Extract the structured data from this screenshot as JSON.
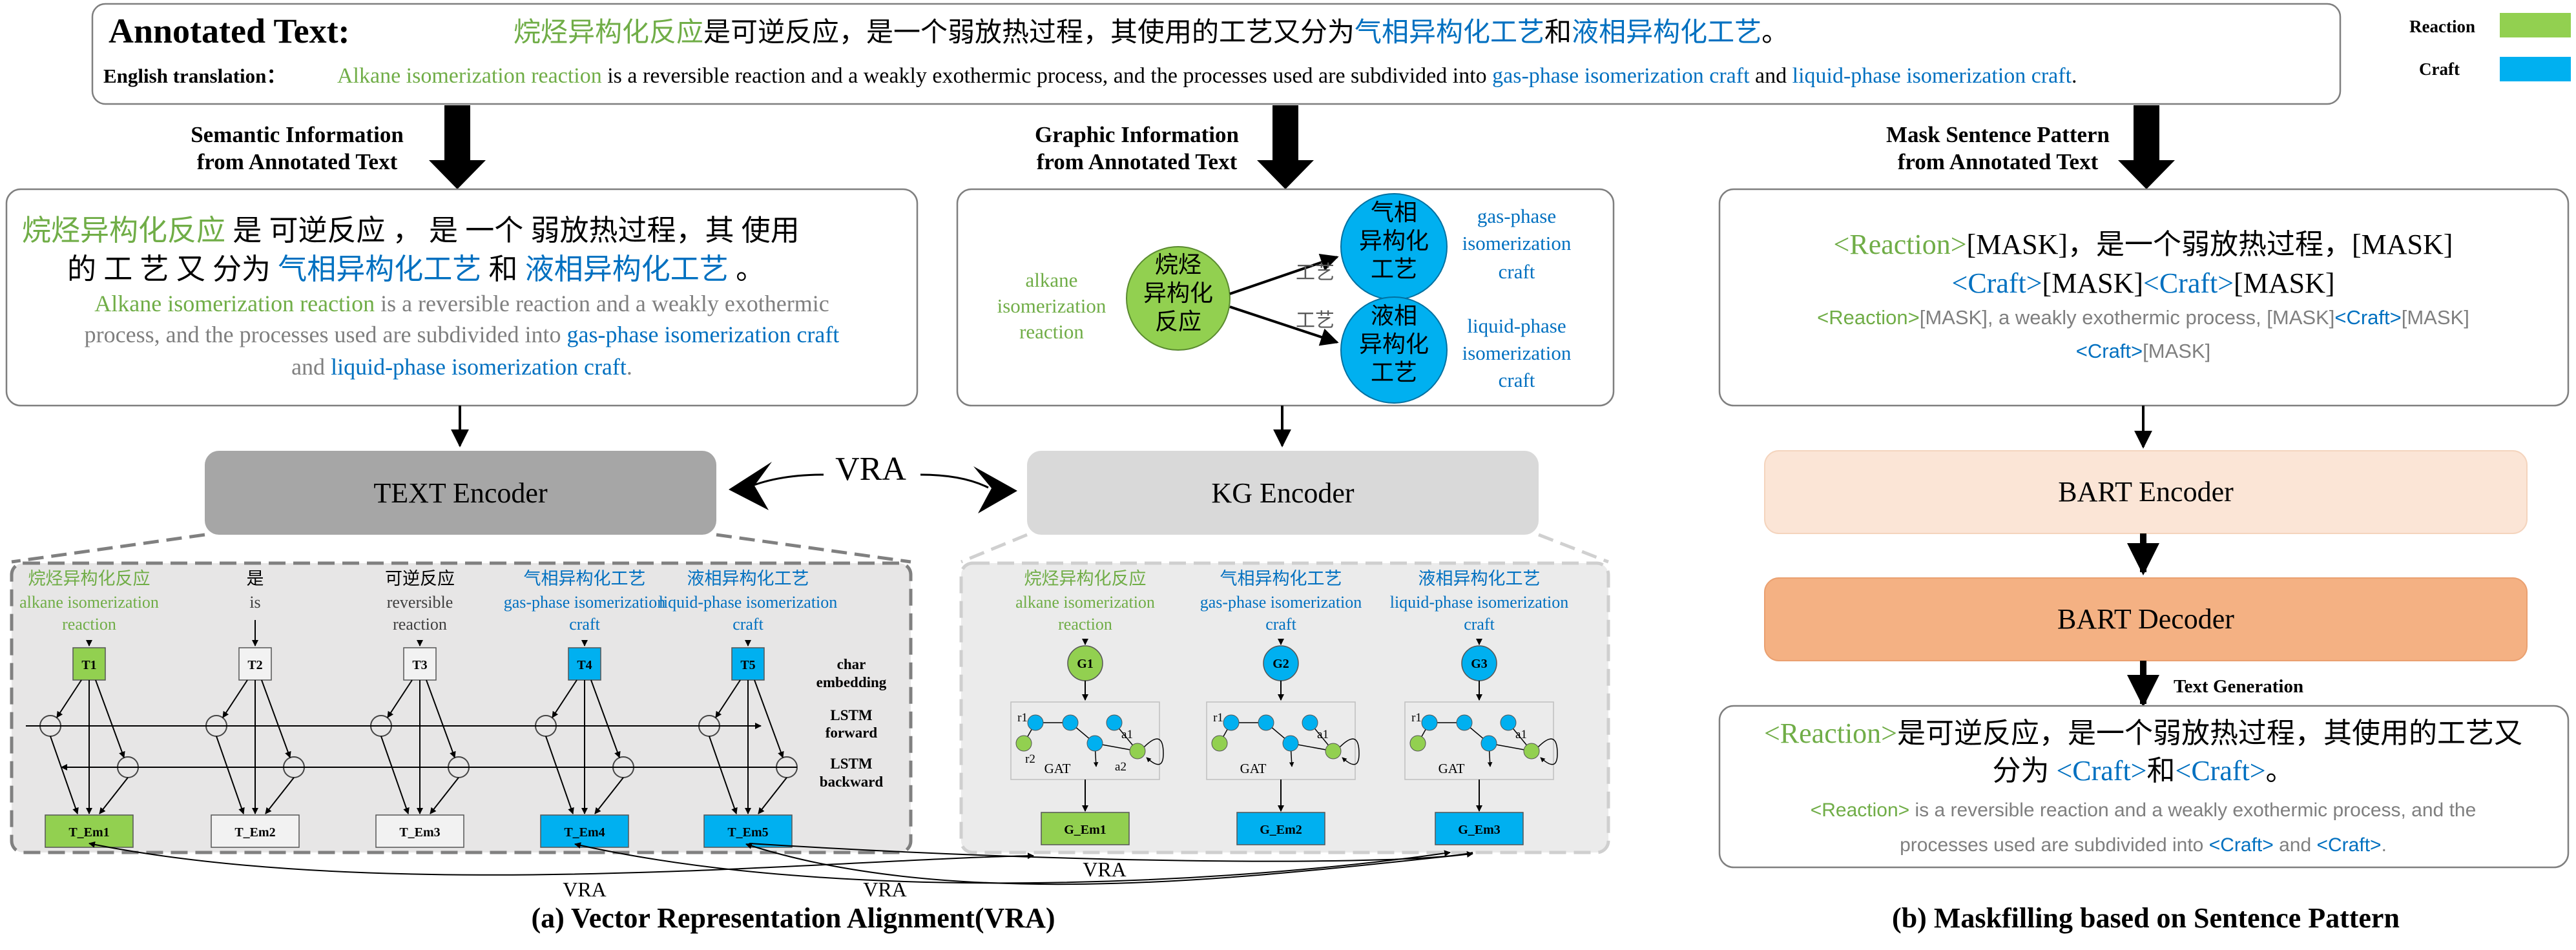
{
  "annotated": {
    "title": "Annotated Text:",
    "zh": [
      {
        "t": "烷烃异构化反应",
        "c": "reaction"
      },
      {
        "t": "是可逆反应，是一个弱放热过程，其使用的工艺又分为",
        "c": "plain"
      },
      {
        "t": "气相异构化工艺",
        "c": "craft"
      },
      {
        "t": "和",
        "c": "plain"
      },
      {
        "t": "液相异构化工艺",
        "c": "craft"
      },
      {
        "t": "。",
        "c": "plain"
      }
    ],
    "en_label": "English translation：",
    "en": [
      {
        "t": "Alkane isomerization reaction",
        "c": "reaction"
      },
      {
        "t": " is a reversible reaction and a weakly exothermic process, and the processes used are subdivided into ",
        "c": "plain"
      },
      {
        "t": "gas-phase isomerization craft",
        "c": "craft"
      },
      {
        "t": " and ",
        "c": "plain"
      },
      {
        "t": "liquid-phase isomerization craft",
        "c": "craft"
      },
      {
        "t": ".",
        "c": "plain"
      }
    ]
  },
  "legend": {
    "items": [
      {
        "label": "Reaction",
        "color": "#92d050"
      },
      {
        "label": "Craft",
        "color": "#00b0f0"
      }
    ]
  },
  "flow_labels": {
    "semantic": [
      "Semantic Information",
      "from Annotated Text"
    ],
    "graphic": [
      "Graphic Information",
      "from Annotated Text"
    ],
    "mask": [
      "Mask Sentence Pattern",
      "from Annotated Text"
    ]
  },
  "semantic_box": {
    "zh1": [
      {
        "t": "烷烃异构化反应",
        "c": "reaction"
      },
      {
        "t": " 是 可逆反应 ， 是 一个 弱放热过程，其 使用",
        "c": "plain"
      }
    ],
    "zh2": [
      {
        "t": "的 工 艺 又 分为 ",
        "c": "plain"
      },
      {
        "t": "气相异构化工艺",
        "c": "craft"
      },
      {
        "t": " 和 ",
        "c": "plain"
      },
      {
        "t": "液相异构化工艺",
        "c": "craft"
      },
      {
        "t": " 。",
        "c": "plain"
      }
    ],
    "en1": [
      {
        "t": "Alkane isomerization reaction",
        "c": "reaction"
      },
      {
        "t": " is a reversible reaction and a weakly exothermic",
        "c": "gray"
      }
    ],
    "en2": [
      {
        "t": "process, and the processes used are subdivided into ",
        "c": "gray"
      },
      {
        "t": "gas-phase isomerization craft",
        "c": "craft"
      }
    ],
    "en3": [
      {
        "t": "and ",
        "c": "gray"
      },
      {
        "t": "liquid-phase isomerization craft",
        "c": "craft"
      },
      {
        "t": ".",
        "c": "gray"
      }
    ]
  },
  "graphic_box": {
    "center_node": [
      "烷烃",
      "异构化",
      "反应"
    ],
    "center_label": [
      "alkane",
      "isomerization",
      "reaction"
    ],
    "gas_node": [
      "气相",
      "异构化",
      "工艺"
    ],
    "gas_label": [
      "gas-phase",
      "isomerization",
      "craft"
    ],
    "liquid_node": [
      "液相",
      "异构化",
      "工艺"
    ],
    "liquid_label": [
      "liquid-phase",
      "isomerization",
      "craft"
    ],
    "edge_label": "工艺"
  },
  "mask_box": {
    "line1": [
      {
        "t": "<Reaction>",
        "c": "reaction"
      },
      {
        "t": "[MASK]，是一个弱放热过程，[MASK]",
        "c": "plain"
      }
    ],
    "line2": [
      {
        "t": "<Craft>",
        "c": "craft"
      },
      {
        "t": "[MASK]",
        "c": "plain"
      },
      {
        "t": "<Craft>",
        "c": "craft"
      },
      {
        "t": "[MASK]",
        "c": "plain"
      }
    ],
    "line3": [
      {
        "t": "<Reaction>",
        "c": "reaction"
      },
      {
        "t": "[MASK], a weakly exothermic process, [MASK]",
        "c": "gray"
      },
      {
        "t": "<Craft>",
        "c": "craft"
      },
      {
        "t": "[MASK]",
        "c": "gray"
      }
    ],
    "line4": [
      {
        "t": "<Craft>",
        "c": "craft"
      },
      {
        "t": "[MASK]",
        "c": "gray"
      }
    ]
  },
  "encoders": {
    "text": "TEXT Encoder",
    "kg": "KG Encoder",
    "bart_enc": "BART Encoder",
    "bart_dec": "BART Decoder"
  },
  "vra": "VRA",
  "text_gen_label": "Text Generation",
  "output_box": {
    "line1": [
      {
        "t": "<Reaction>",
        "c": "reaction"
      },
      {
        "t": "是可逆反应，是一个弱放热过程，其使用的工艺又",
        "c": "plain"
      }
    ],
    "line2": [
      {
        "t": "分为 ",
        "c": "plain"
      },
      {
        "t": "<Craft>",
        "c": "craft"
      },
      {
        "t": "和",
        "c": "plain"
      },
      {
        "t": "<Craft>",
        "c": "craft"
      },
      {
        "t": "。",
        "c": "plain"
      }
    ],
    "line3": [
      {
        "t": "<Reaction>",
        "c": "reaction"
      },
      {
        "t": " is a reversible reaction and a weakly exothermic process, and the",
        "c": "gray"
      }
    ],
    "line4": [
      {
        "t": "processes used are subdivided into ",
        "c": "gray"
      },
      {
        "t": "<Craft>",
        "c": "craft"
      },
      {
        "t": " and ",
        "c": "gray"
      },
      {
        "t": "<Craft>",
        "c": "craft"
      },
      {
        "t": ".",
        "c": "gray"
      }
    ]
  },
  "text_encoder_detail": {
    "tokens": [
      {
        "zh": "烷烃异构化反应",
        "en": [
          "alkane isomerization",
          "reaction"
        ],
        "t": "T1",
        "em": "T_Em1",
        "c": "reaction"
      },
      {
        "zh": "是",
        "en": [
          "is"
        ],
        "t": "T2",
        "em": "T_Em2",
        "c": "plain"
      },
      {
        "zh": "可逆反应",
        "en": [
          "reversible",
          "reaction"
        ],
        "t": "T3",
        "em": "T_Em3",
        "c": "plain"
      },
      {
        "zh": "气相异构化工艺",
        "en": [
          "gas-phase isomerization",
          "craft"
        ],
        "t": "T4",
        "em": "T_Em4",
        "c": "craft"
      },
      {
        "zh": "液相异构化工艺",
        "en": [
          "liquid-phase isomerization",
          "craft"
        ],
        "t": "T5",
        "em": "T_Em5",
        "c": "craft"
      }
    ],
    "side_labels": [
      [
        "char",
        "embedding"
      ],
      [
        "LSTM",
        "forward"
      ],
      [
        "LSTM",
        "backward"
      ]
    ]
  },
  "kg_encoder_detail": {
    "entities": [
      {
        "zh": "烷烃异构化反应",
        "en": [
          "alkane isomerization",
          "reaction"
        ],
        "g": "G1",
        "em": "G_Em1",
        "c": "reaction"
      },
      {
        "zh": "气相异构化工艺",
        "en": [
          "gas-phase isomerization",
          "craft"
        ],
        "g": "G2",
        "em": "G_Em2",
        "c": "craft"
      },
      {
        "zh": "液相异构化工艺",
        "en": [
          "liquid-phase isomerization",
          "craft"
        ],
        "g": "G3",
        "em": "G_Em3",
        "c": "craft"
      }
    ],
    "gat": {
      "r1": "r1",
      "r2": "r2",
      "a1": "a1",
      "a2": "a2",
      "label": "GAT"
    }
  },
  "captions": {
    "a": "(a) Vector Representation Alignment(VRA)",
    "b": "(b) Maskfilling based on Sentence Pattern"
  },
  "colors": {
    "reaction": "#70ad47",
    "reaction_fill": "#92d050",
    "craft": "#0070c0",
    "craft_fill": "#00b0f0",
    "gray_text": "#7f7f7f"
  }
}
